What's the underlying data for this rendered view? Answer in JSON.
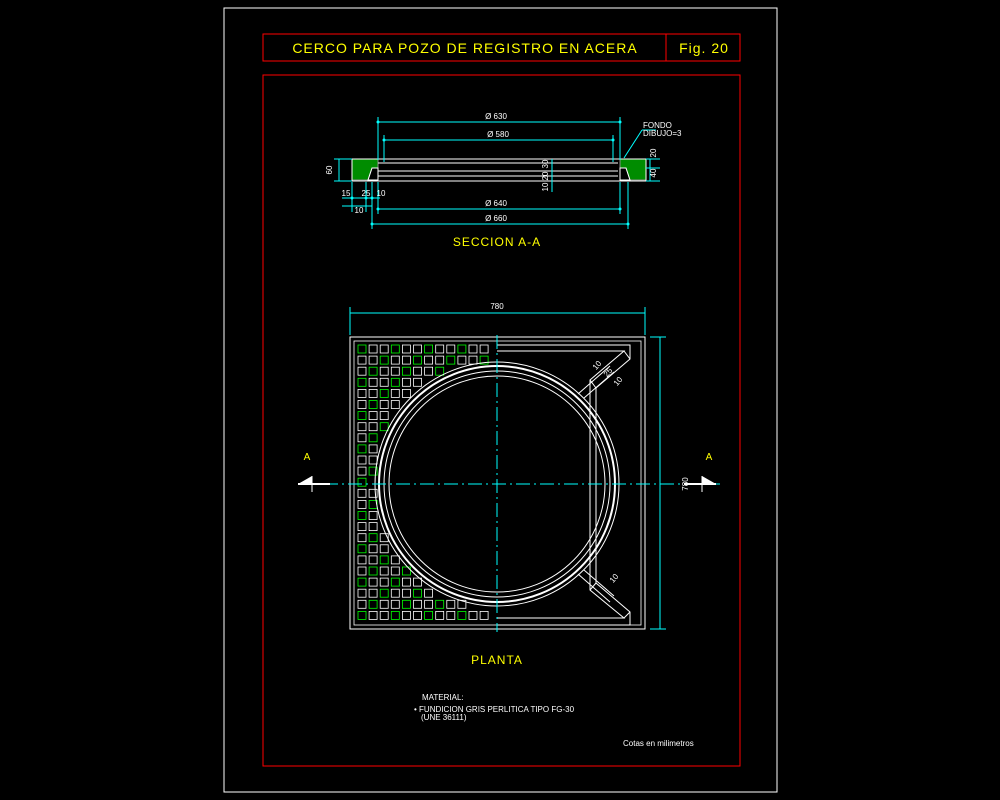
{
  "title_block": {
    "title": "CERCO PARA POZO DE REGISTRO EN ACERA",
    "figure": "Fig. 20"
  },
  "section_view": {
    "label": "SECCION A-A",
    "dimensions": {
      "d630": "Ø 630",
      "d580": "Ø 580",
      "d640": "Ø 640",
      "d660": "Ø 660",
      "h60": "60",
      "h20": "20",
      "h40": "40",
      "v30": "30",
      "v20": "20",
      "v10": "10",
      "w15": "15",
      "w25": "25",
      "w10a": "10",
      "w10b": "10"
    },
    "note_line1": "FONDO",
    "note_line2": "DIBUJO=3"
  },
  "plan_view": {
    "label": "PLANTA",
    "width_dim": "780",
    "height_dim": "780",
    "section_mark_left": "A",
    "section_mark_right": "A",
    "rib_dims": {
      "r10a": "10",
      "r25": "25",
      "r10b": "10",
      "r10c": "10"
    }
  },
  "notes": {
    "material_heading": "MATERIAL:",
    "material_line1": "• FUNDICION GRIS PERLITICA TIPO FG-30",
    "material_line2": "(UNE 36111)",
    "units": "Cotas en milimetros"
  },
  "colors": {
    "background": "#000000",
    "outer_border": "#ffffff",
    "frame_red": "#ff0000",
    "title_text": "#ffff00",
    "dimension_cyan": "#00ffff",
    "grid_green": "#00ff00",
    "geometry_white": "#ffffff",
    "centerline": "#00ffff"
  }
}
